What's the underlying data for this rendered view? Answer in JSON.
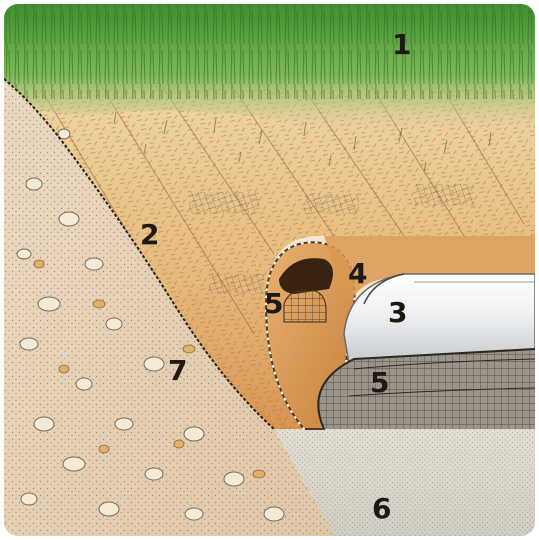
{
  "labels": {
    "l1": "1",
    "l2": "2",
    "l3": "3",
    "l4": "4",
    "l5a": "5",
    "l5b": "5",
    "l6": "6",
    "l7": "7"
  },
  "colors": {
    "grass": "#4f9a38",
    "slope_fabric": "#e0b27a",
    "wrap_fabric": "#d99a5a",
    "pipe": "#eef0f2",
    "gravel_bed": "#ddd9d0",
    "soil": "#e6d0b5",
    "mesh": "#5a4f44"
  }
}
